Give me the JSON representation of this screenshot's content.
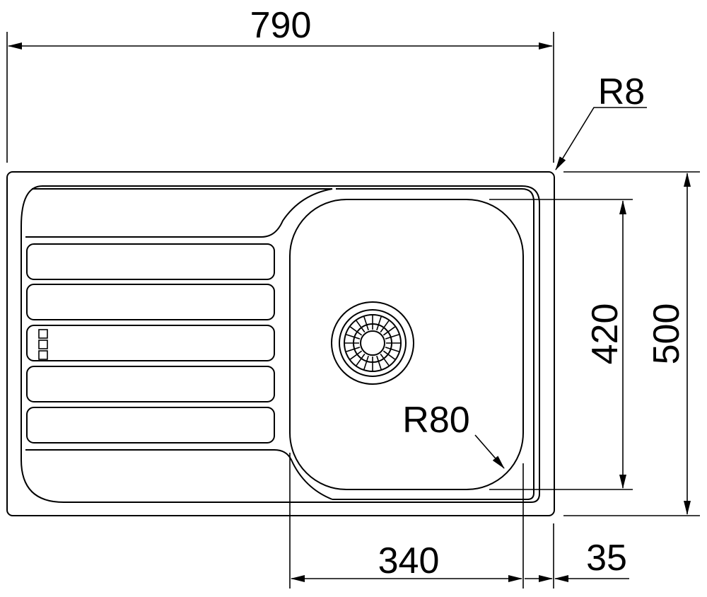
{
  "dimensions": {
    "overall_width": "790",
    "overall_depth": "500",
    "bowl_depth": "420",
    "bowl_width": "340",
    "edge_offset": "35",
    "corner_radius_outer": "R8",
    "corner_radius_bowl": "R80"
  },
  "colors": {
    "line": "#000000",
    "background": "#ffffff"
  },
  "icons": {
    "drain": "strainer-waste-icon",
    "overflow": "overflow-slots-icon",
    "tap_hole": "tap-hole-marker-icon"
  }
}
